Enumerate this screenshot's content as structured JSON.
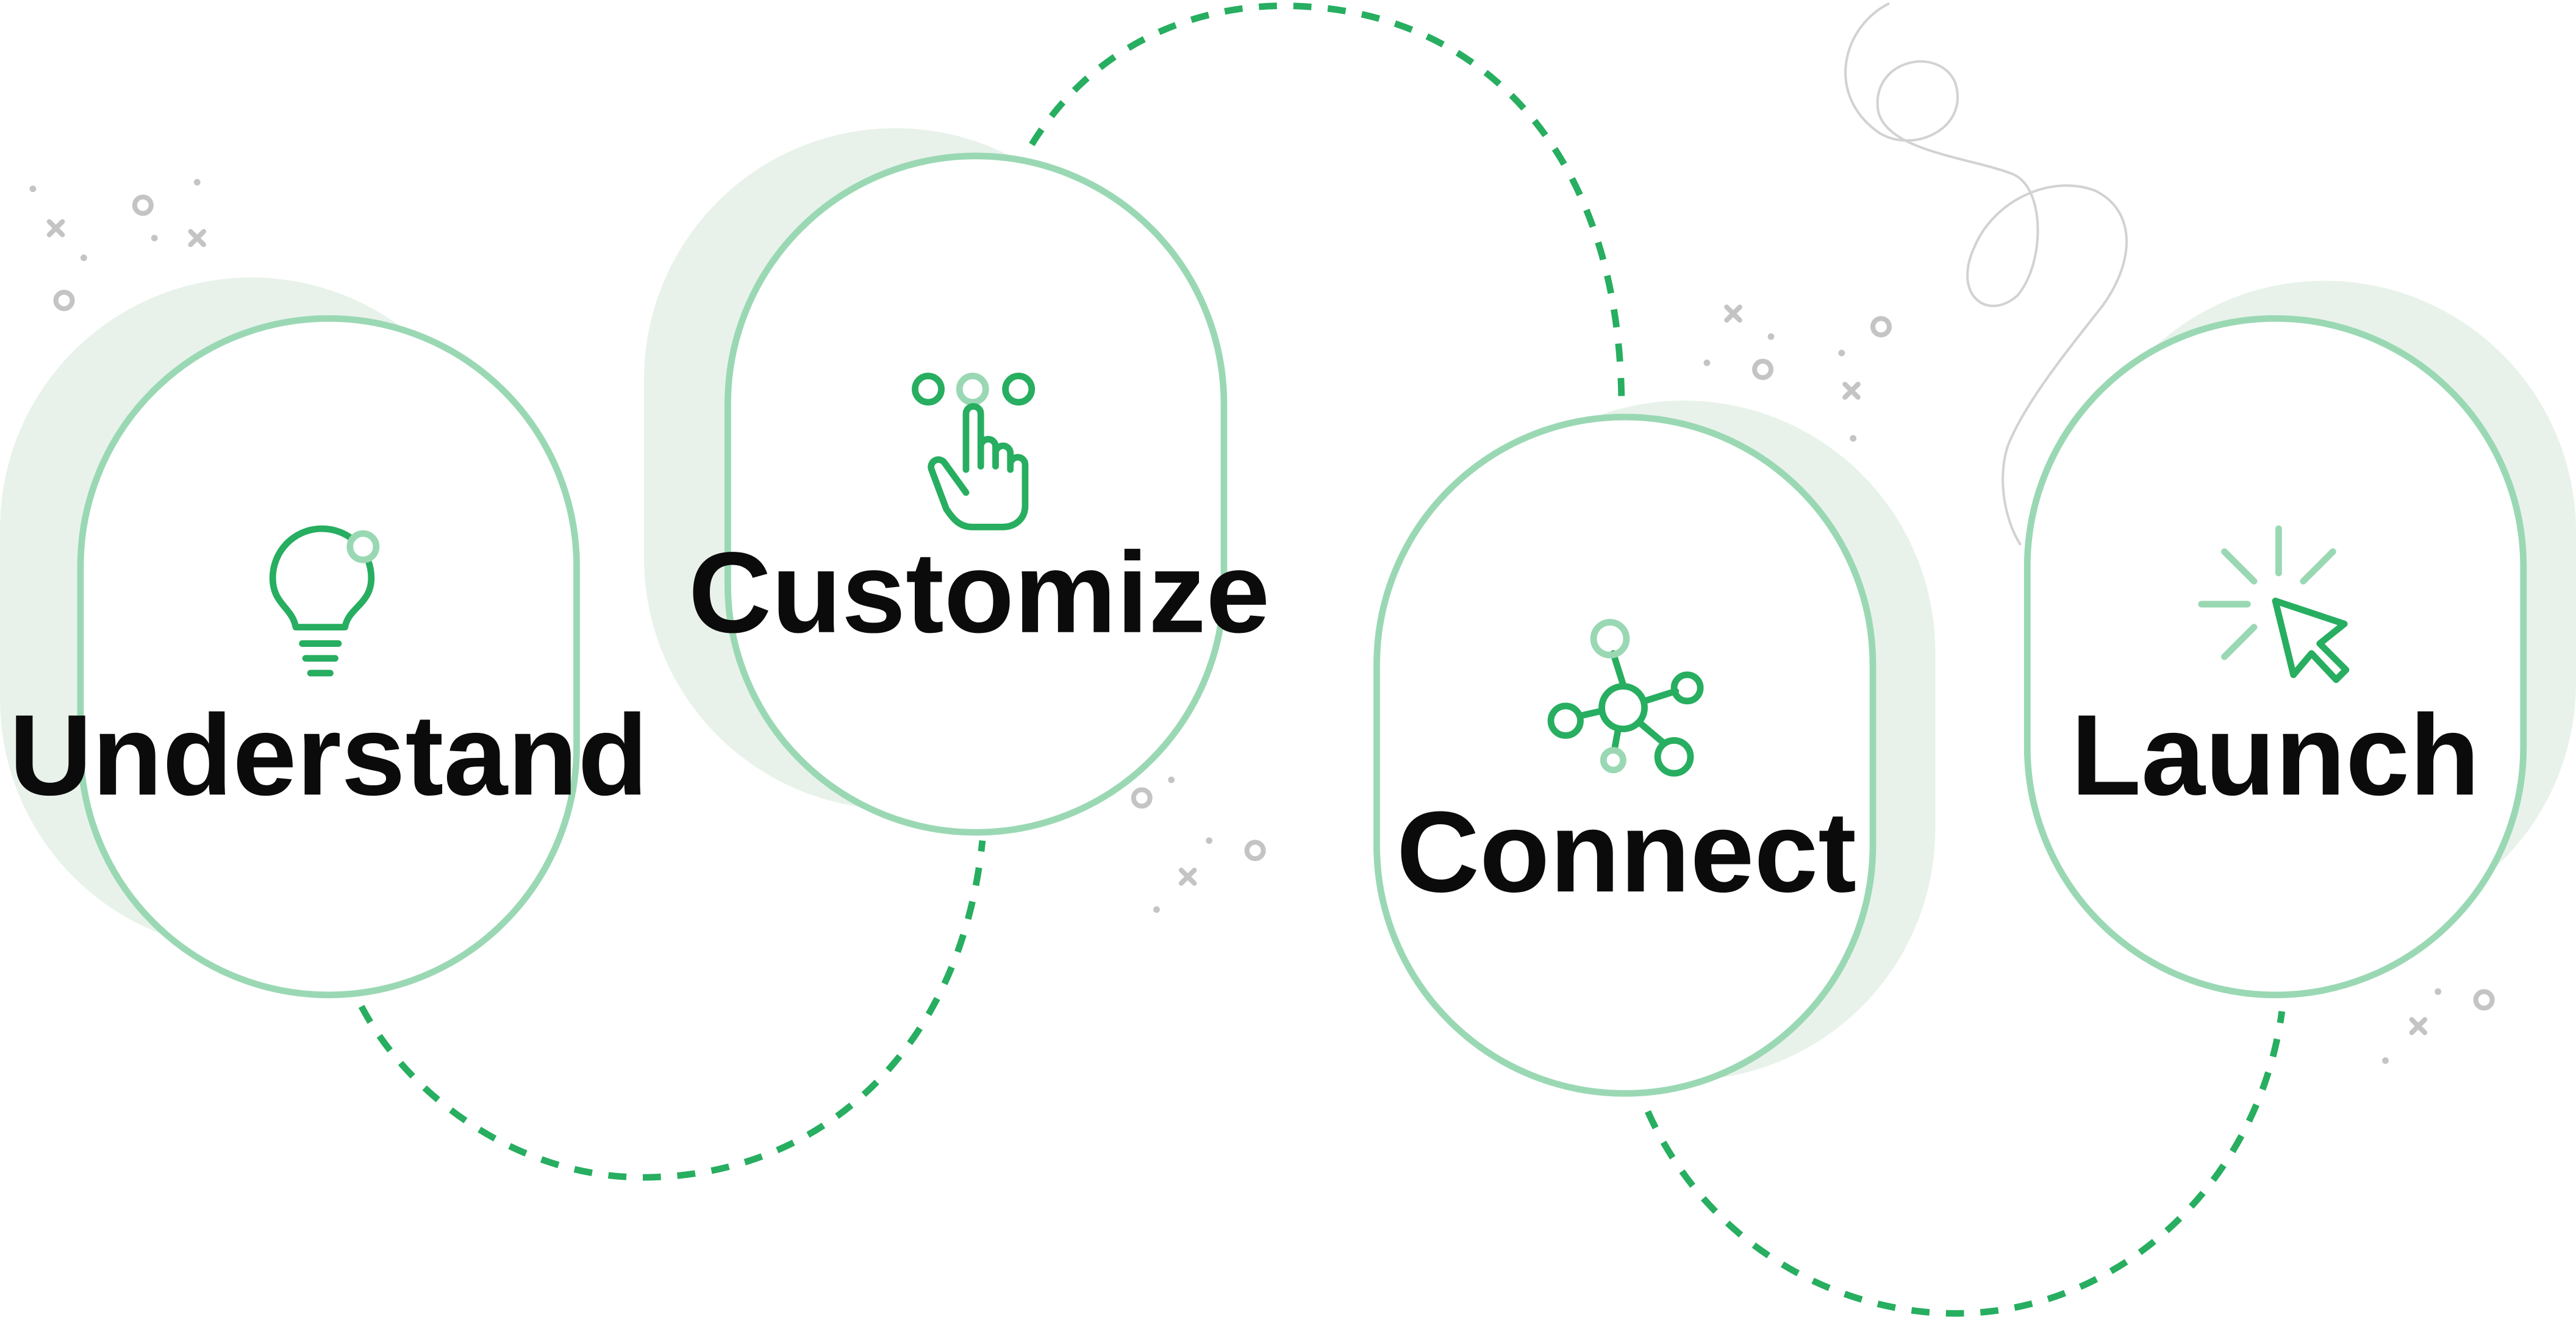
{
  "colors": {
    "accent": "#27ae60",
    "accent_light": "#9ad8b4",
    "shadow": "#e8f2ea",
    "sparkle": "#c4c4c4",
    "doodle": "#d2d2d2",
    "text": "#0b0b0b"
  },
  "steps": [
    {
      "id": "understand",
      "label": "Understand",
      "icon": "lightbulb-icon"
    },
    {
      "id": "customize",
      "label": "Customize",
      "icon": "pointing-hand-icon"
    },
    {
      "id": "connect",
      "label": "Connect",
      "icon": "network-nodes-icon"
    },
    {
      "id": "launch",
      "label": "Launch",
      "icon": "cursor-click-icon"
    }
  ]
}
